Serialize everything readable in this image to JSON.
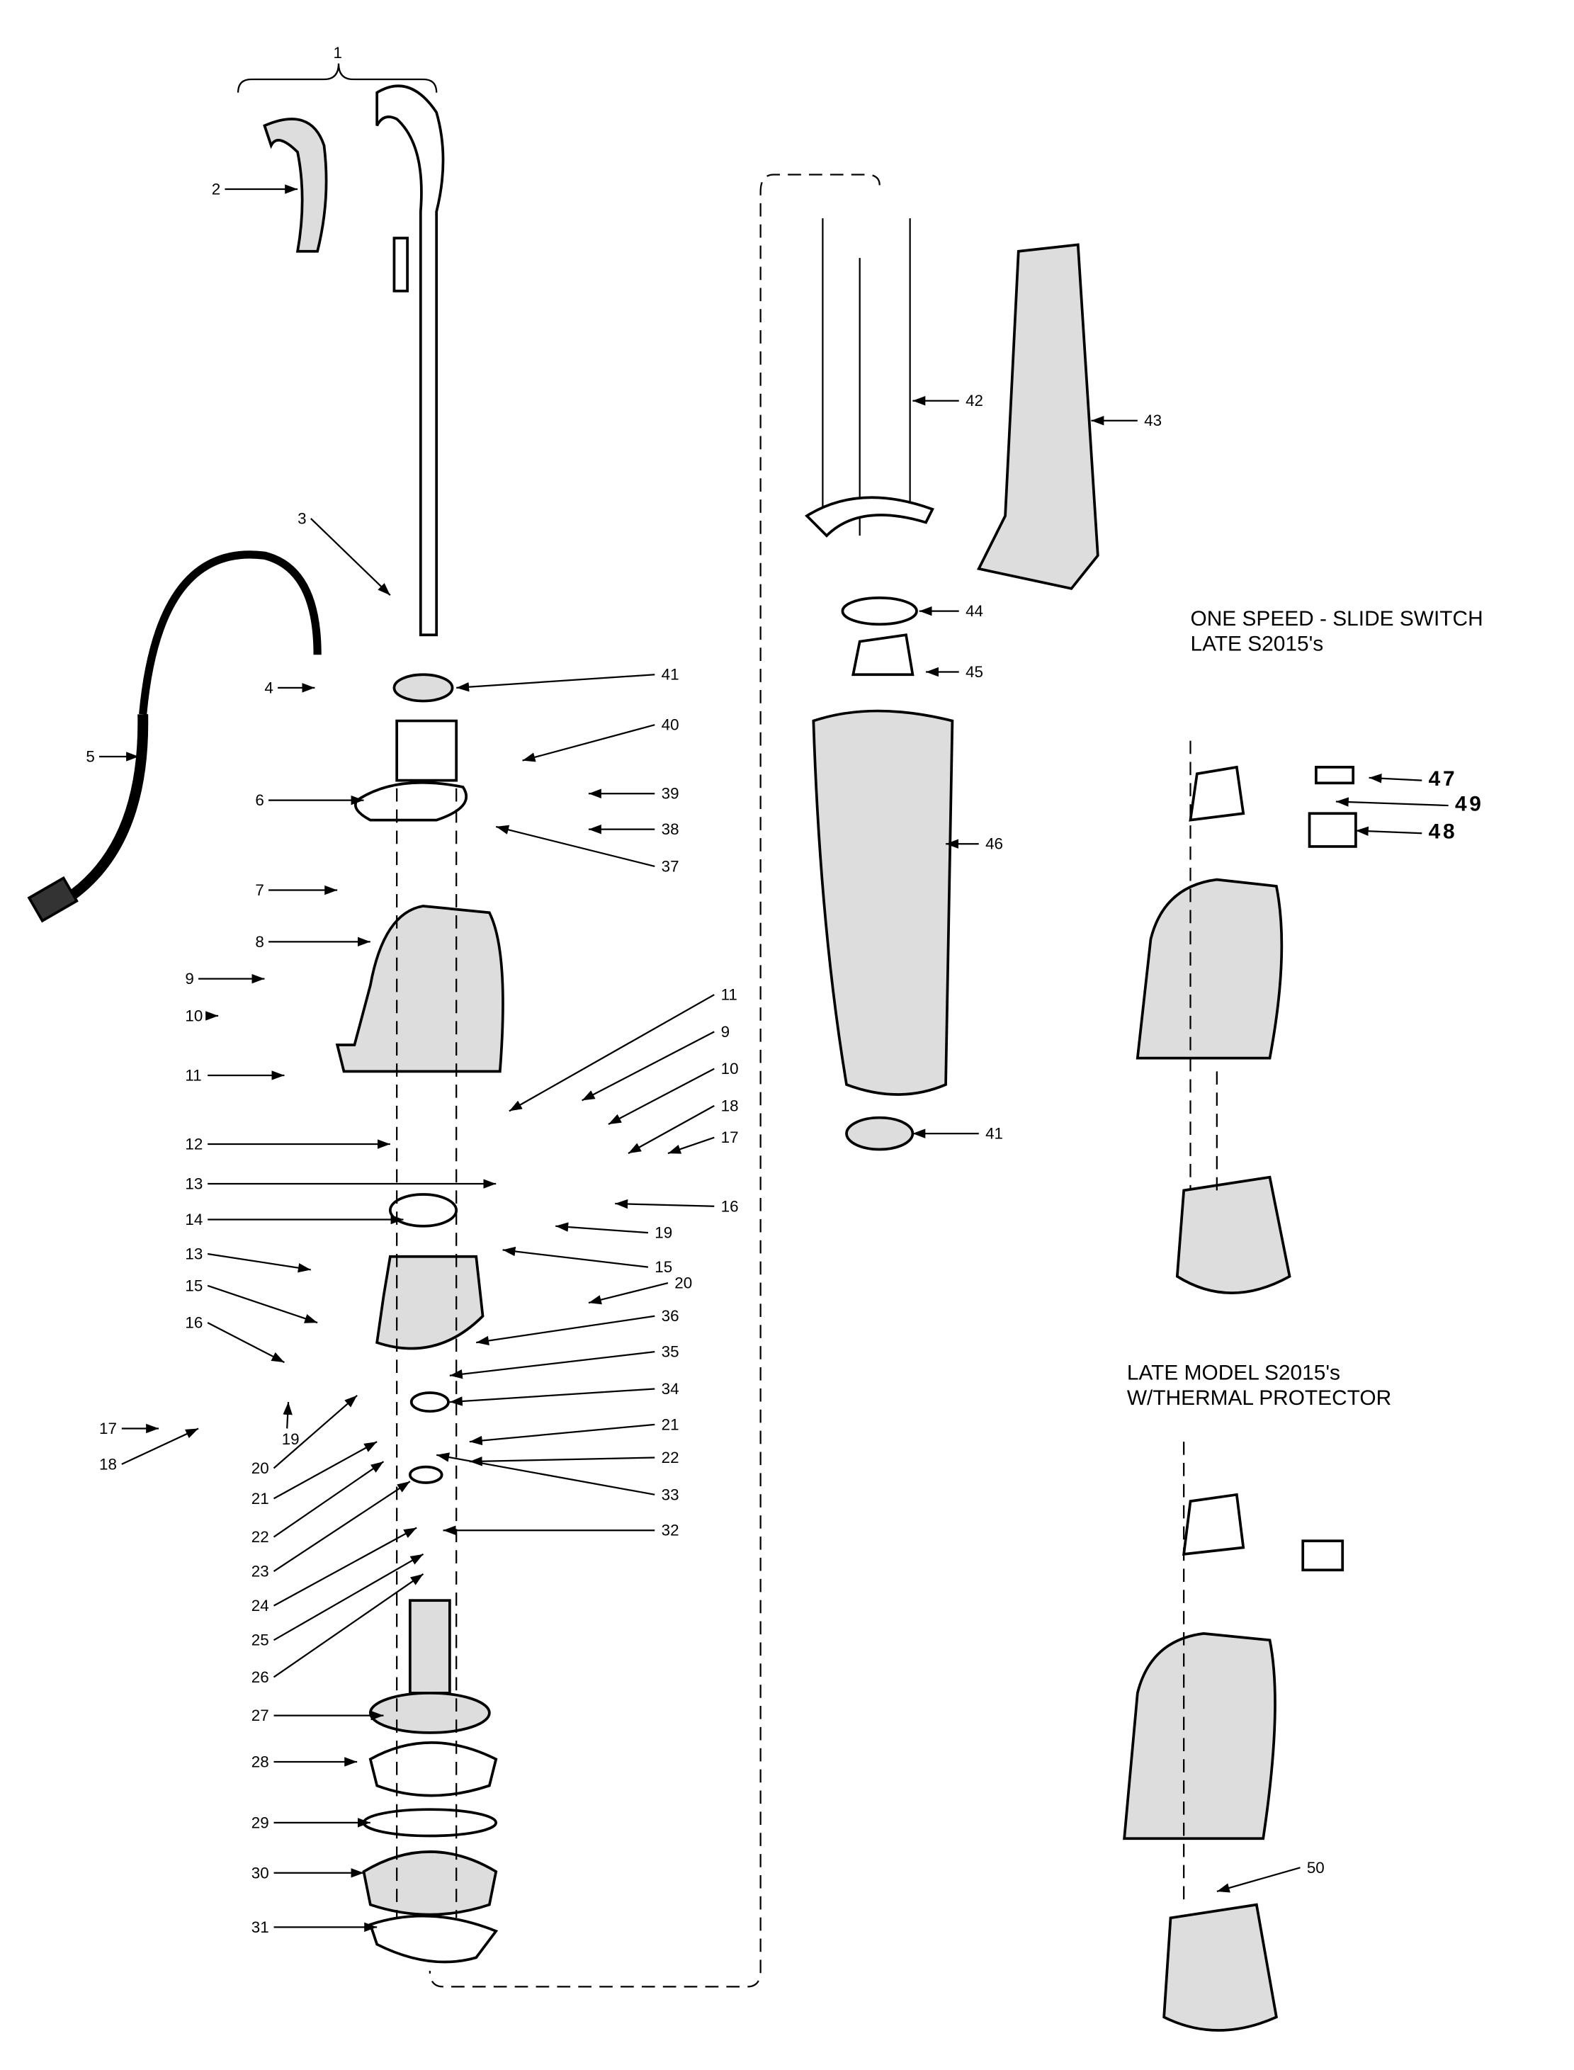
{
  "titles": {
    "slide_switch_line1": "ONE SPEED - SLIDE SWITCH",
    "slide_switch_line2": "LATE S2015's",
    "thermal_line1": "LATE MODEL S2015's",
    "thermal_line2": "W/THERMAL PROTECTOR"
  },
  "callouts": [
    "1",
    "2",
    "3",
    "4",
    "5",
    "6",
    "7",
    "8",
    "9",
    "10",
    "11",
    "12",
    "13",
    "14",
    "13",
    "15",
    "16",
    "17",
    "18",
    "19",
    "20",
    "21",
    "22",
    "23",
    "24",
    "25",
    "26",
    "27",
    "28",
    "29",
    "30",
    "31",
    "41",
    "40",
    "39",
    "38",
    "37",
    "11",
    "9",
    "10",
    "18",
    "17",
    "16",
    "19",
    "15",
    "20",
    "36",
    "35",
    "34",
    "21",
    "22",
    "33",
    "32",
    "42",
    "43",
    "44",
    "45",
    "46",
    "41",
    "47",
    "49",
    "48",
    "50"
  ]
}
